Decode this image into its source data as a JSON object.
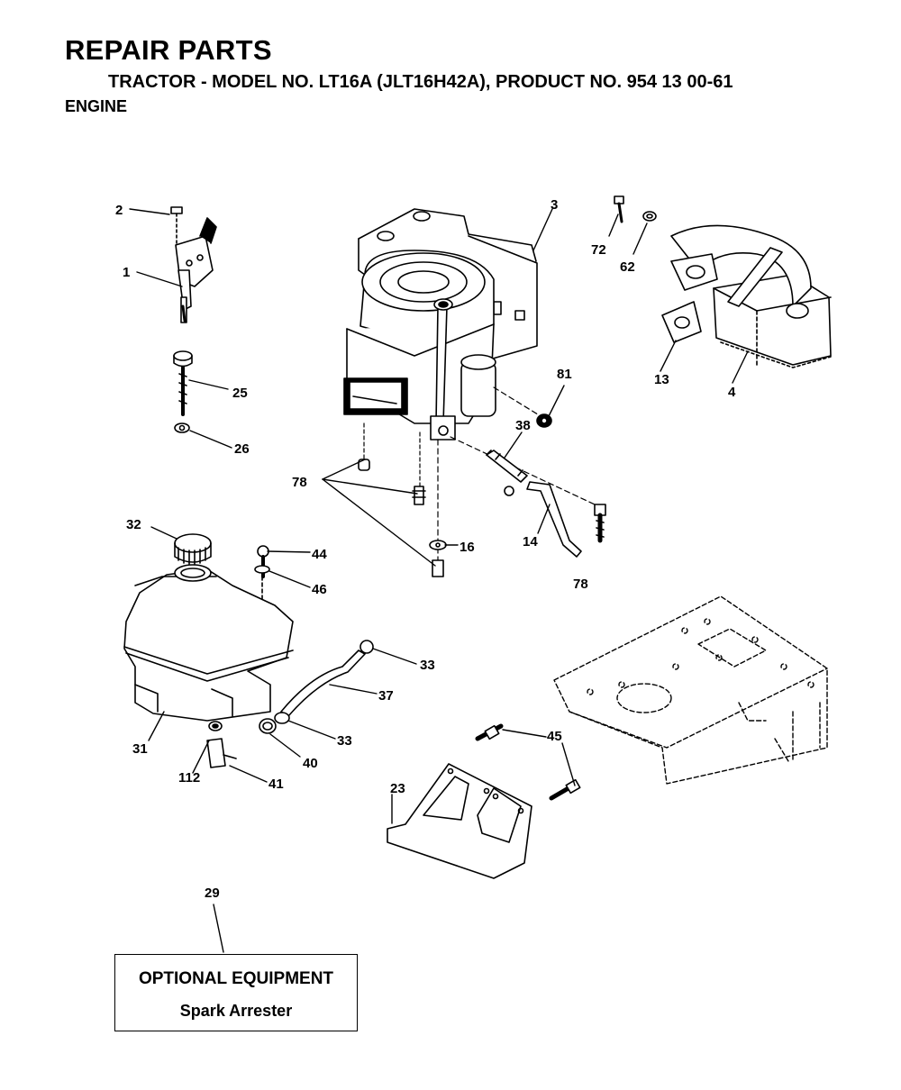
{
  "header": {
    "title": "REPAIR PARTS",
    "subtitle": "TRACTOR - MODEL NO. LT16A (JLT16H42A), PRODUCT NO. 954 13 00-61",
    "section": "ENGINE"
  },
  "callouts": {
    "c2": "2",
    "c1": "1",
    "c3": "3",
    "c72": "72",
    "c62": "62",
    "c13": "13",
    "c4": "4",
    "c25": "25",
    "c26": "26",
    "c81": "81",
    "c38": "38",
    "c78a": "78",
    "c78b": "78",
    "c14": "14",
    "c16": "16",
    "c32": "32",
    "c44": "44",
    "c46": "46",
    "c33a": "33",
    "c37": "37",
    "c33b": "33",
    "c40": "40",
    "c31": "31",
    "c112": "112",
    "c41": "41",
    "c45": "45",
    "c23": "23",
    "c29": "29"
  },
  "optional": {
    "label": "OPTIONAL EQUIPMENT",
    "item": "Spark Arrester"
  }
}
